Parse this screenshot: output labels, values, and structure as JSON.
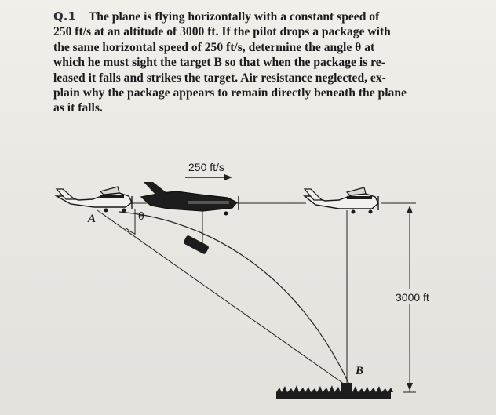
{
  "question": {
    "number": "Q.1",
    "lines": [
      "The plane is flying horizontally with a constant speed of",
      "250 ft/s at an altitude of 3000 ft. If the pilot drops a package with",
      "the same horizontal speed of 250 ft/s, determine the angle θ at",
      "which he must sight the target B so that when the package is re-",
      "leased it falls and strikes the target. Air resistance neglected, ex-",
      "plain why the package appears to remain directly beneath the plane",
      "as it falls."
    ]
  },
  "figure": {
    "speed_label": "250 ft/s",
    "point_a_label": "A",
    "angle_label": "θ",
    "altitude_label": "3000 ft",
    "target_label": "B"
  }
}
